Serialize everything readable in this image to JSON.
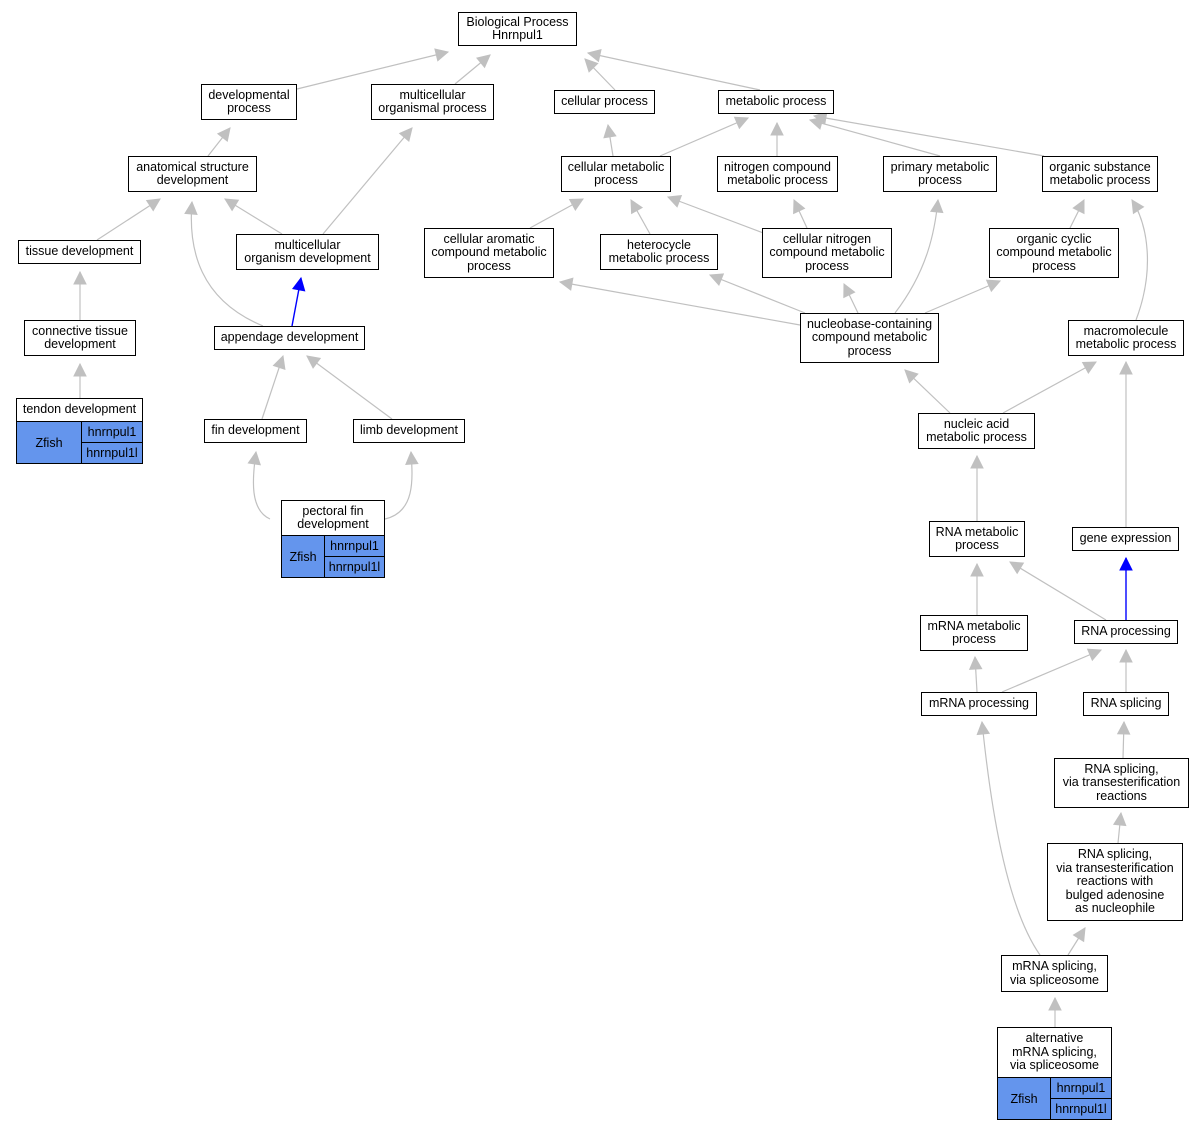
{
  "colors": {
    "edge": "#c0c0c0",
    "highlight_edge": "#0000ff",
    "annotation": "#6495ed"
  },
  "nodes": {
    "bp": "Biological Process\nHnrnpul1",
    "dev": "developmental\nprocess",
    "mop": "multicellular\norganismal process",
    "cp": "cellular process",
    "mp": "metabolic process",
    "asd": "anatomical structure\ndevelopment",
    "cmp": "cellular metabolic\nprocess",
    "ncmp": "nitrogen compound\nmetabolic process",
    "pmp": "primary metabolic\nprocess",
    "osmp": "organic substance\nmetabolic process",
    "td": "tissue development",
    "mod": "multicellular\norganism development",
    "cacmp": "cellular aromatic\ncompound metabolic\nprocess",
    "hmp": "heterocycle\nmetabolic process",
    "cncmp": "cellular nitrogen\ncompound metabolic\nprocess",
    "occmp": "organic cyclic\ncompound metabolic\nprocess",
    "ctd": "connective tissue\ndevelopment",
    "ad": "appendage development",
    "nbcmp": "nucleobase-containing\ncompound metabolic\nprocess",
    "mmp": "macromolecule\nmetabolic process",
    "tend": "tendon development",
    "fd": "fin development",
    "ld": "limb development",
    "namp": "nucleic acid\nmetabolic process",
    "pfd": "pectoral fin\ndevelopment",
    "rmp": "RNA metabolic\nprocess",
    "ge": "gene expression",
    "mrmp": "mRNA metabolic\nprocess",
    "rp": "RNA processing",
    "mrp": "mRNA processing",
    "rs": "RNA splicing",
    "rst": "RNA splicing,\nvia transesterification\nreactions",
    "rstb": "RNA splicing,\nvia transesterification\nreactions with\nbulged adenosine\nas nucleophile",
    "msvs": "mRNA splicing,\nvia spliceosome",
    "amsvs": "alternative\nmRNA splicing,\nvia spliceosome"
  },
  "annotations": {
    "tend": {
      "organism": "Zfish",
      "genes": [
        "hnrnpul1",
        "hnrnpul1l"
      ]
    },
    "pfd": {
      "organism": "Zfish",
      "genes": [
        "hnrnpul1",
        "hnrnpul1l"
      ]
    },
    "amsvs": {
      "organism": "Zfish",
      "genes": [
        "hnrnpul1",
        "hnrnpul1l"
      ]
    }
  }
}
